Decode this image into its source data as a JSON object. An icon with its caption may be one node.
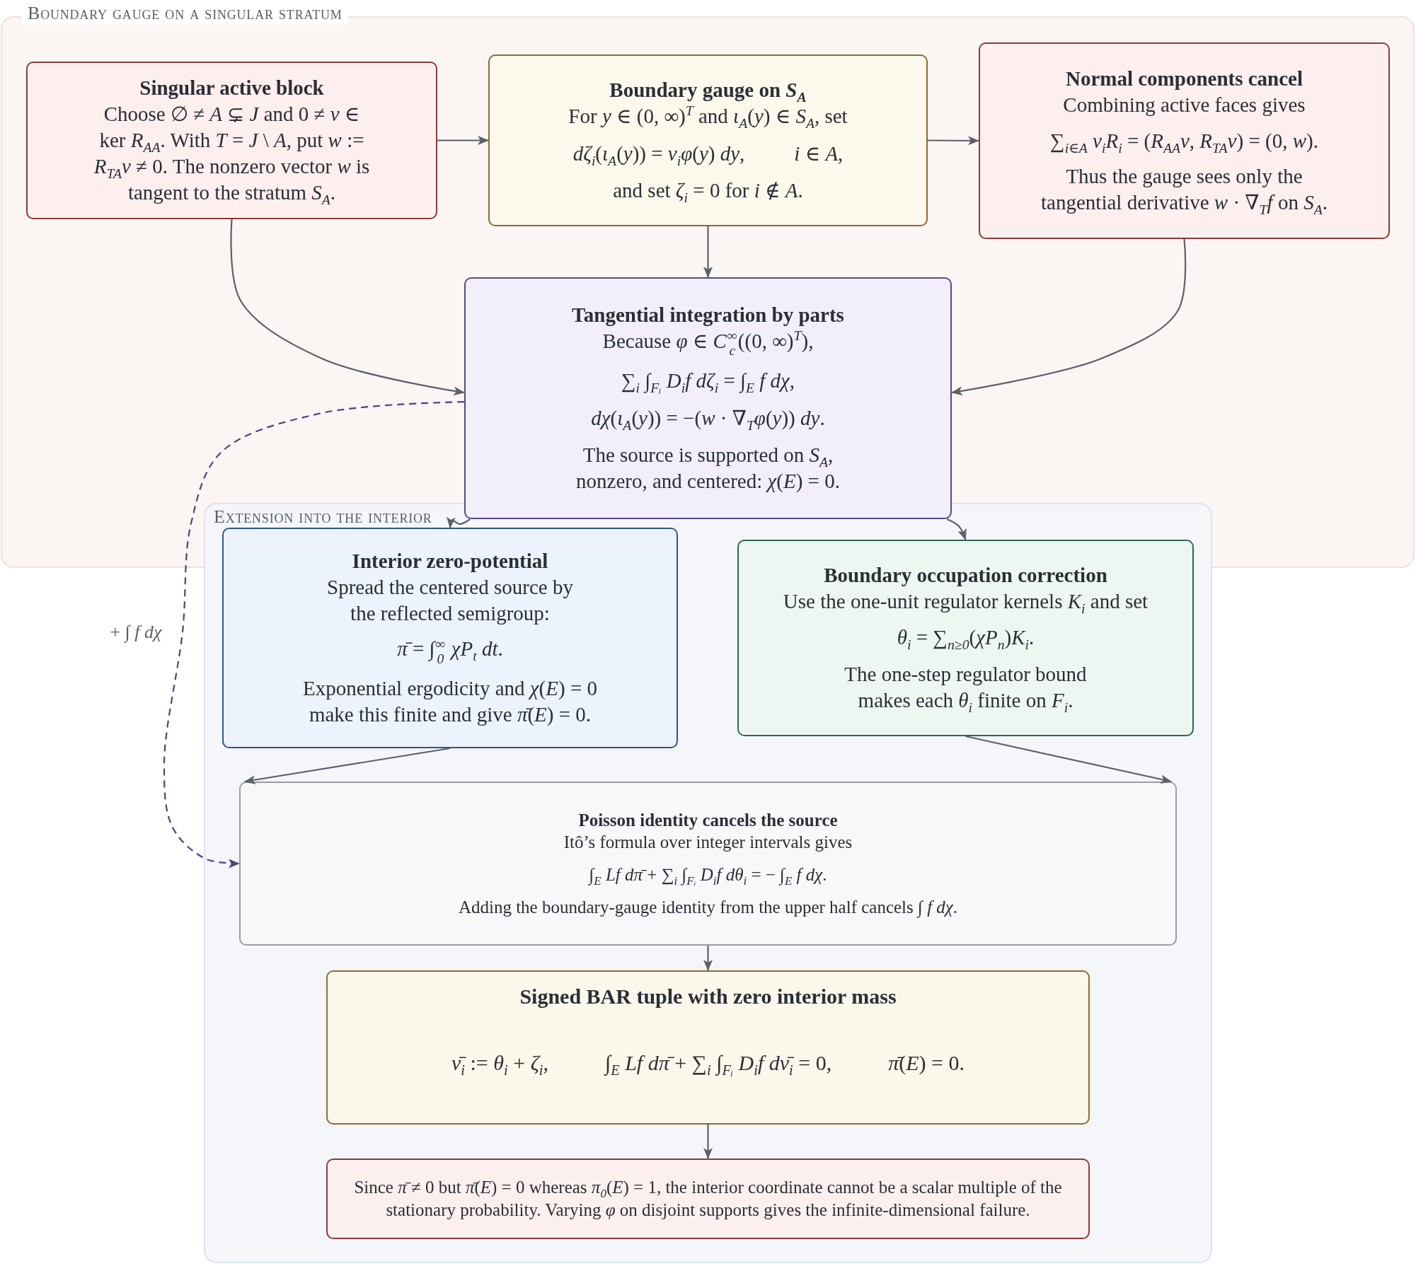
{
  "diagram": {
    "nodes": [
      {
        "text": [
          "Boundary gauge on a singular stratum"
        ]
      },
      {
        "text": [
          "Singular active block",
          "Choose ∅ ≠ *A* ⊊ *J* and 0 ≠ *v* ∈ ker *R*$_{AA}$. With *T* = *J* \\ *A*, put *w* := *R*$_{TA}$*v* ≠ 0. The nonzero vector *w* is tangent to the stratum *S*$_{A}$."
        ],
        "in": 0
      },
      {
        "text": [
          "Boundary gauge on *S*$_{A}$",
          "For *y* ∈ (0, ∞)$^{T}$ and *ι*$_{A}$(*y*) ∈ *S*$_{A}$, set",
          "*dζ*$_{i}$(*ι*$_{A}$(*y*)) = *v*$_{i}$*φ*(*y*) *dy*,",
          "*i* ∈ *A*,",
          "and set *ζ*$_{i}$ = 0 for *i* ∉ *A*."
        ],
        "in": 0
      },
      {
        "text": [
          "Normal components cancel",
          "Combining active faces gives",
          "∑$_{i∈A}$ *v*$_{i}$*R*$_{i}$ = (*R*$_{AA}$*v*, *R*$_{TA}$*v*) = (0, *w*).",
          "Thus the gauge sees only the tangential derivative *w* · ∇$_{T}$*f* on *S*$_{A}$."
        ],
        "in": 0
      },
      {
        "text": [
          "Tangential integration by parts",
          "Because *φ* ∈ *C*$_{c}$$^{∞}$((0, ∞)$^{T}$),",
          "∑$_{i}$ ∫$_{Fᵢ}$ *D*$_{i}$*f dζ*$_{i}$ = ∫$_{E}$ *f dχ*,",
          "*dχ*(*ι*$_{A}$(*y*)) = −(*w* · ∇$_{T}$*φ*(*y*)) *dy*.",
          "The source is supported on *S*$_{A}$, nonzero, and centered: *χ*(*E*) = 0."
        ],
        "in": 0
      },
      {
        "text": [
          "Extension into the interior"
        ]
      },
      {
        "text": [
          "Interior zero-potential",
          "Spread the centered source by the reflected semigroup:",
          "*π̄* = ∫$_{0}$$^{∞}$ *χP*$_{t}$ *dt*.",
          "Exponential ergodicity and *χ*(*E*) = 0 make this finite and give *π̄*(*E*) = 0."
        ],
        "in": 5
      },
      {
        "text": [
          "Boundary occupation correction",
          "Use the one-unit regulator kernels *K*$_{i}$ and set",
          "*θ*$_{i}$ = ∑$_{n≥0}$(*χP*$_{n}$)*K*$_{i}$.",
          "The one-step regulator bound makes each *θ*$_{i}$ finite on *F*$_{i}$."
        ],
        "in": 5
      },
      {
        "text": [
          "Poisson identity cancels the source",
          "Itô’s formula over integer intervals gives",
          "∫$_{E}$ *Lf dπ̄* + ∑$_{i}$ ∫$_{Fᵢ}$ *D*$_{i}$*f dθ*$_{i}$ = − ∫$_{E}$ *f dχ*.",
          "Adding the boundary-gauge identity from the upper half cancels ∫ *f dχ*."
        ],
        "in": 5
      },
      {
        "text": [
          "Signed BAR tuple with zero interior mass",
          "*ν̄*$_{i}$ := *θ*$_{i}$ + *ζ*$_{i}$,",
          "∫$_{E}$ *Lf dπ̄* + ∑$_{i}$ ∫$_{Fᵢ}$ *D*$_{i}$*f dν̄*$_{i}$ = 0,",
          "*π̄*(*E*) = 0."
        ],
        "in": 5
      },
      {
        "text": [
          "Since *π̄* ≠ 0 but *π̄*(*E*) = 0 whereas *π*$_{0}$(*E*) = 1, the interior coordinate cannot be a scalar multiple of the stationary probability. Varying *φ* on disjoint supports gives the infinite-dimensional failure."
        ],
        "in": 5
      }
    ],
    "edges": [
      {
        "from": 1,
        "to": 2,
        "arrow": "to"
      },
      {
        "from": 2,
        "to": 3,
        "arrow": "to"
      },
      {
        "from": 2,
        "to": 4,
        "arrow": "to"
      },
      {
        "from": 1,
        "to": 4,
        "arrow": "to"
      },
      {
        "from": 3,
        "to": 4,
        "arrow": "to"
      },
      {
        "from": 4,
        "to": 6,
        "arrow": "to"
      },
      {
        "from": 4,
        "to": 7,
        "arrow": "to"
      },
      {
        "from": 6,
        "to": 8,
        "arrow": "to"
      },
      {
        "from": 7,
        "to": 8,
        "arrow": "to"
      },
      {
        "from": 8,
        "to": 9,
        "arrow": "to"
      },
      {
        "from": 9,
        "to": 10,
        "arrow": "to"
      },
      {
        "from": 4,
        "to": 8,
        "arrow": "to",
        "label": "+ ∫ *f dχ*",
        "style": "dashed",
        "color": "#4f427f"
      }
    ]
  }
}
